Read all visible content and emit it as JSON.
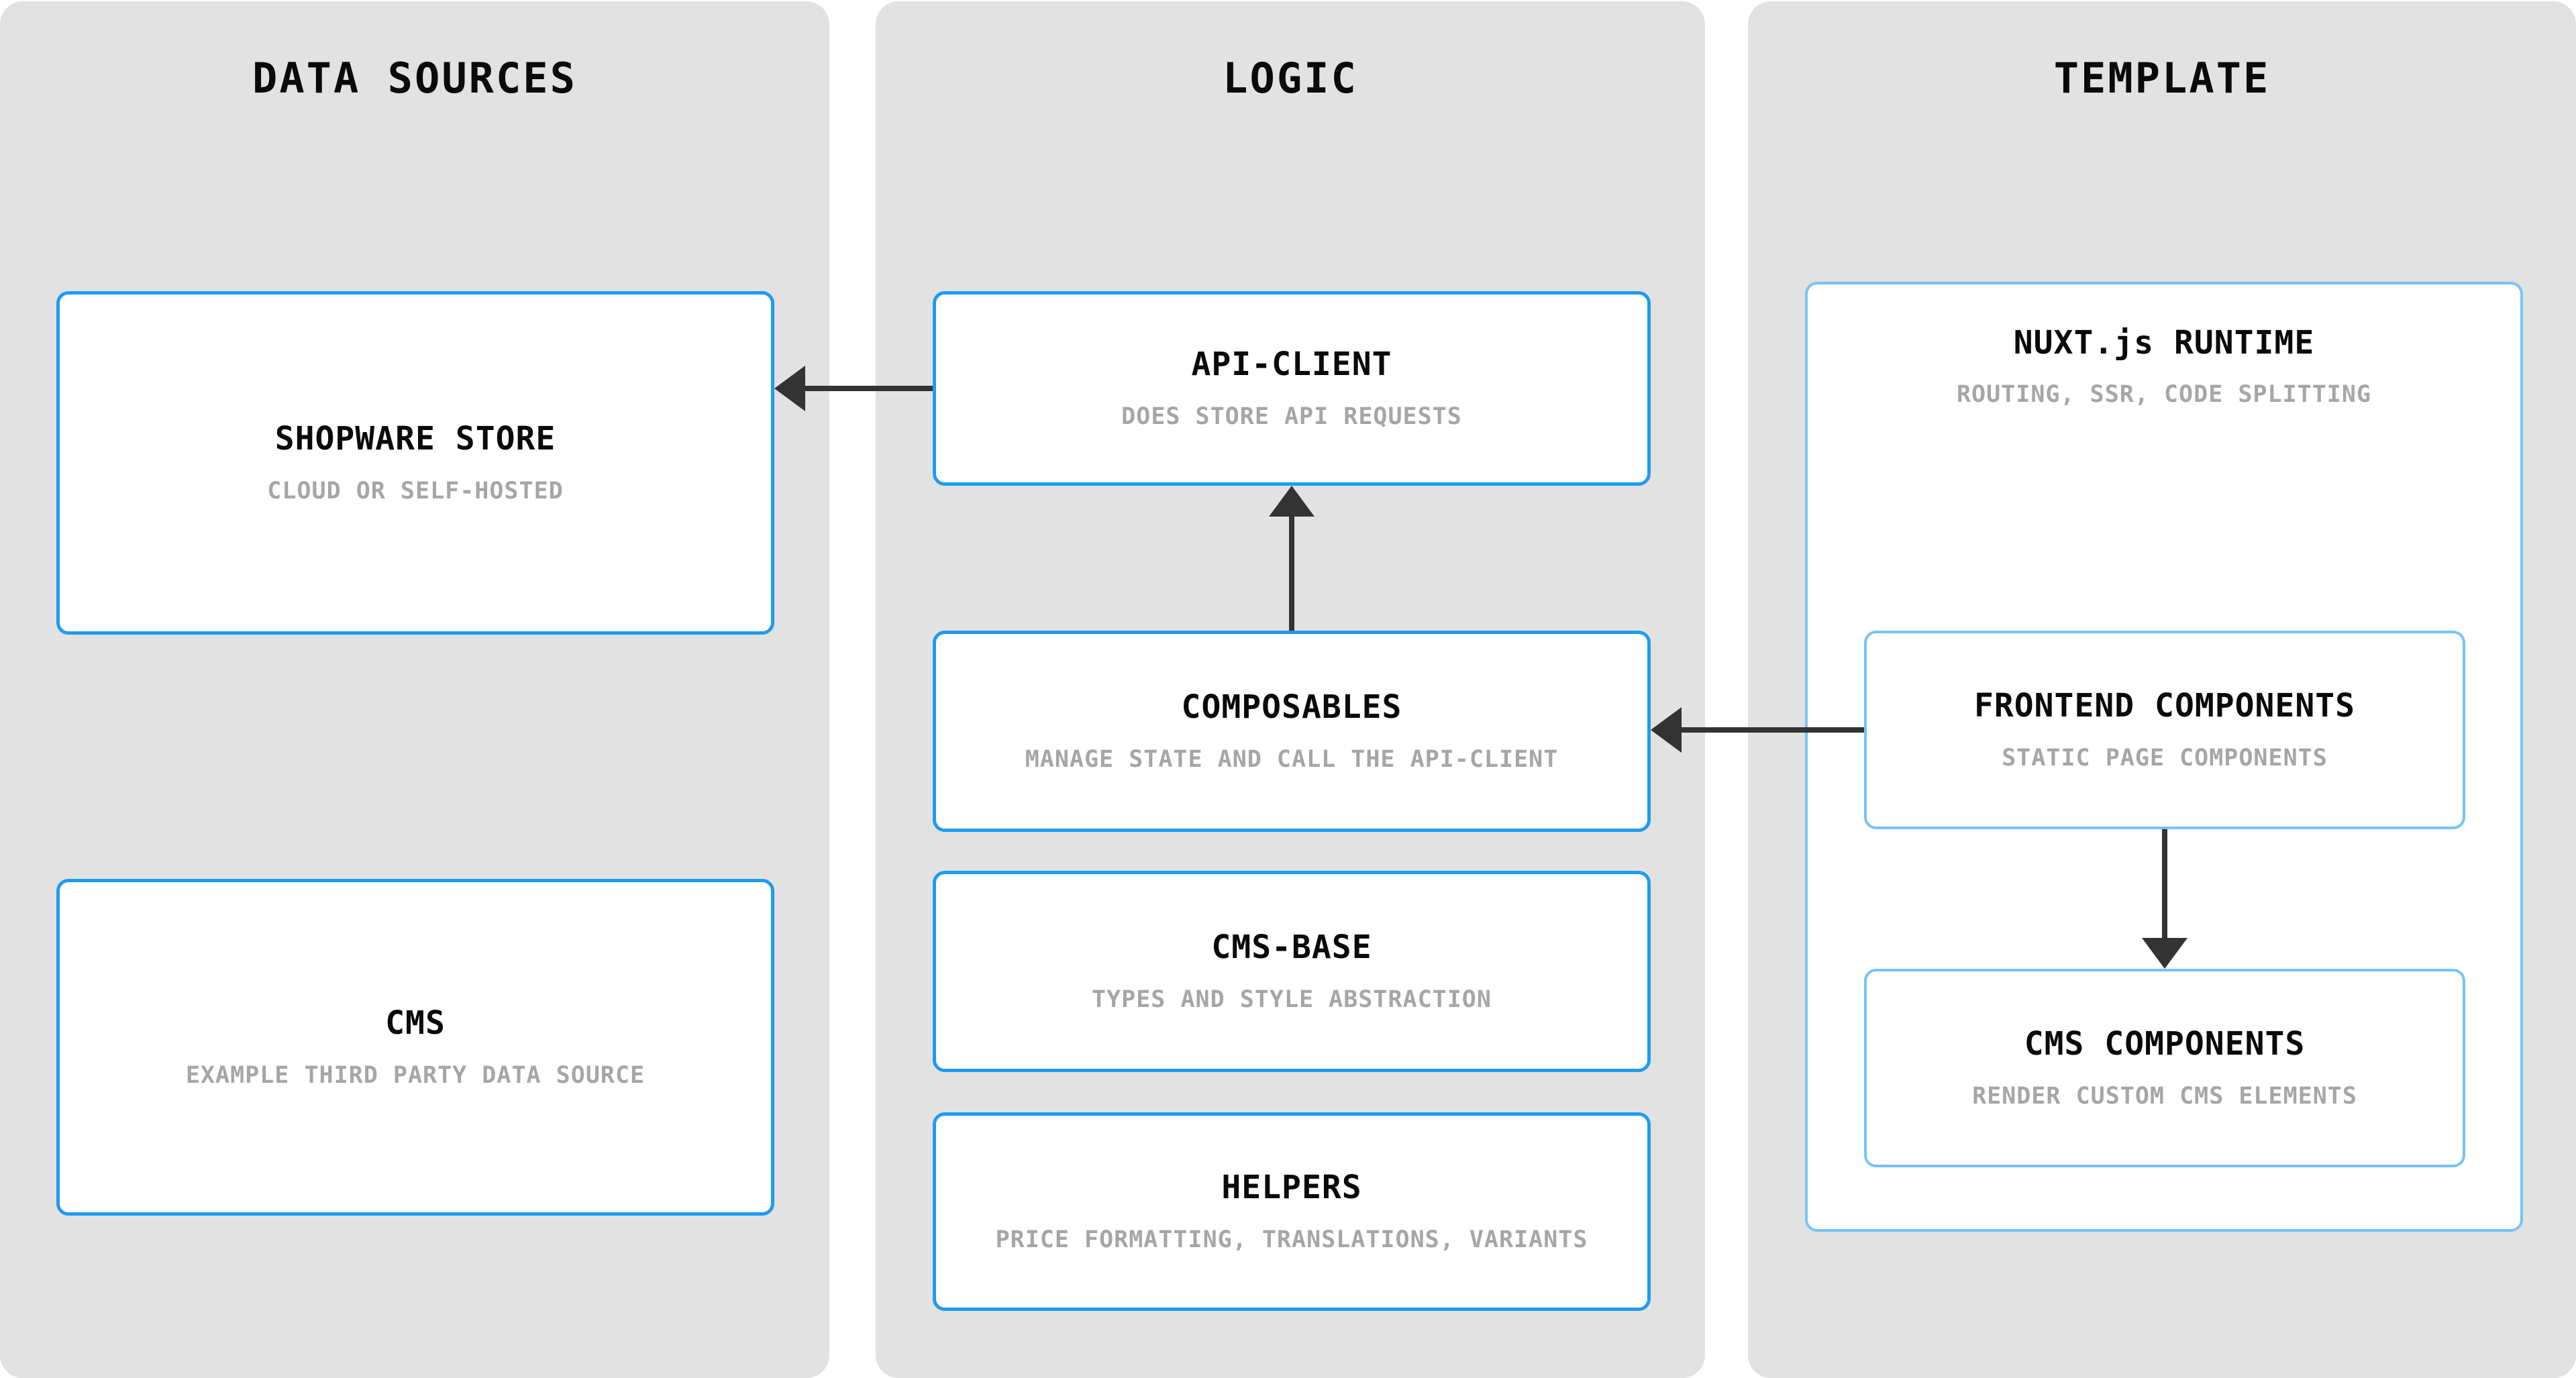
{
  "diagram": {
    "title": "Shopware Nuxt architecture layers",
    "accent_color": "#1f9bf0",
    "accent_soft_color": "#76c3f7",
    "panel_bg_color": "#e2e2e2",
    "connector_color": "#333333",
    "subtitle_color": "#a6a6a6"
  },
  "columns": [
    {
      "id": "data-sources",
      "title": "DATA SOURCES",
      "nodes": [
        {
          "id": "shopware-store",
          "title": "SHOPWARE STORE",
          "subtitle": "CLOUD OR SELF-HOSTED"
        },
        {
          "id": "cms",
          "title": "CMS",
          "subtitle": "EXAMPLE THIRD PARTY DATA SOURCE"
        }
      ]
    },
    {
      "id": "logic",
      "title": "LOGIC",
      "nodes": [
        {
          "id": "api-client",
          "title": "API-CLIENT",
          "subtitle": "DOES STORE API REQUESTS"
        },
        {
          "id": "composables",
          "title": "COMPOSABLES",
          "subtitle": "MANAGE STATE AND CALL THE API-CLIENT"
        },
        {
          "id": "cms-base",
          "title": "CMS-BASE",
          "subtitle": "TYPES AND STYLE ABSTRACTION"
        },
        {
          "id": "helpers",
          "title": "HELPERS",
          "subtitle": "PRICE FORMATTING, TRANSLATIONS, VARIANTS"
        }
      ]
    },
    {
      "id": "template",
      "title": "TEMPLATE",
      "nodes": [
        {
          "id": "nuxt-runtime",
          "title": "NUXT.js RUNTIME",
          "subtitle": "ROUTING, SSR, CODE SPLITTING",
          "children": [
            {
              "id": "frontend-components",
              "title": "FRONTEND COMPONENTS",
              "subtitle": "STATIC PAGE COMPONENTS"
            },
            {
              "id": "cms-components",
              "title": "CMS COMPONENTS",
              "subtitle": "RENDER CUSTOM CMS ELEMENTS"
            }
          ]
        }
      ]
    }
  ],
  "edges": [
    {
      "id": "api-to-store",
      "from": "api-client",
      "to": "shopware-store",
      "direction": "left"
    },
    {
      "id": "composables-to-api",
      "from": "composables",
      "to": "api-client",
      "direction": "up"
    },
    {
      "id": "frontend-to-composables",
      "from": "frontend-components",
      "to": "composables",
      "direction": "left"
    },
    {
      "id": "frontend-to-cmscomp",
      "from": "frontend-components",
      "to": "cms-components",
      "direction": "down"
    }
  ]
}
